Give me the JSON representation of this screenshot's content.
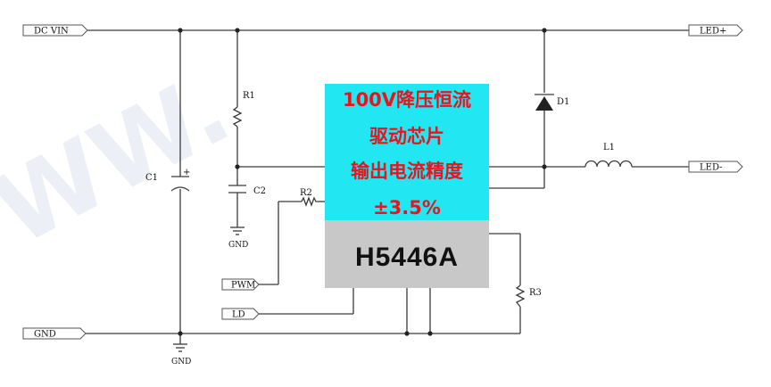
{
  "watermark": "WW.",
  "ports": {
    "dc_vin": "DC VIN",
    "led_plus": "LED+",
    "led_minus": "LED-",
    "gnd": "GND",
    "pwm": "PWM",
    "ld": "LD"
  },
  "components": {
    "r1": "R1",
    "r2": "R2",
    "r3": "R3",
    "c1": "C1",
    "c1_polarity": "+",
    "c2": "C2",
    "d1": "D1",
    "l1": "L1",
    "gnd_symbol_label": "GND"
  },
  "chip": {
    "title_lines": [
      "100V降压恒流",
      "驱动芯片",
      "输出电流精度",
      "±3.5%"
    ],
    "part_number": "H5446A",
    "colors": {
      "top": "#22e6f2",
      "bottom": "#c8c8c8",
      "title_text": "#e8141e"
    }
  }
}
